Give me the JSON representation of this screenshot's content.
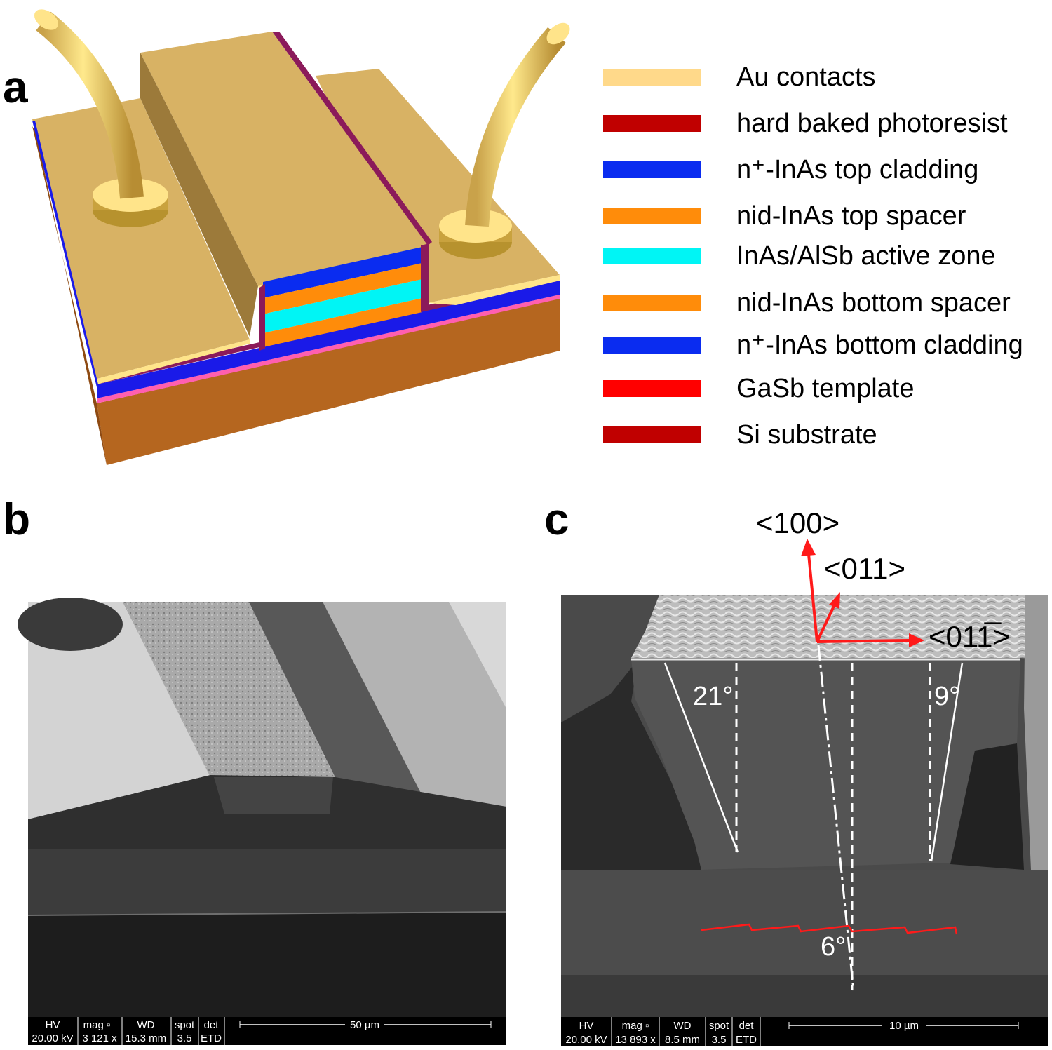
{
  "panels": {
    "a": "a",
    "b": "b",
    "c": "c"
  },
  "legend": [
    {
      "label": "Au contacts",
      "color": "#FFD98A"
    },
    {
      "label": "hard baked photoresist",
      "color": "#C00000"
    },
    {
      "label": "n⁺-InAs top cladding",
      "color": "#0A2CF0"
    },
    {
      "label": "nid-InAs top spacer",
      "color": "#FF8C0A"
    },
    {
      "label": "InAs/AlSb active zone",
      "color": "#00F5F5"
    },
    {
      "label": "nid-InAs bottom spacer",
      "color": "#FF8C0A"
    },
    {
      "label": "n⁺-InAs bottom cladding",
      "color": "#0A2CF0"
    },
    {
      "label": "GaSb template",
      "color": "#FF0000"
    },
    {
      "label": "Si substrate",
      "color": "#C00000"
    }
  ],
  "panel_b": {
    "databar": {
      "headers": [
        "HV",
        "mag ▫",
        "WD",
        "spot",
        "det"
      ],
      "values": [
        "20.00 kV",
        "3 121 x",
        "15.3 mm",
        "3.5",
        "ETD"
      ],
      "scale": "50 µm"
    }
  },
  "panel_c": {
    "axes": {
      "a100": "<100>",
      "a011": "<011>",
      "a01m1": "<011̅>"
    },
    "angles": {
      "left": "21°",
      "right": "9°",
      "bottom": "6°"
    },
    "databar": {
      "headers": [
        "HV",
        "mag ▫",
        "WD",
        "spot",
        "det"
      ],
      "values": [
        "20.00 kV",
        "13 893 x",
        "8.5 mm",
        "3.5",
        "ETD"
      ],
      "scale": "10 µm"
    }
  }
}
